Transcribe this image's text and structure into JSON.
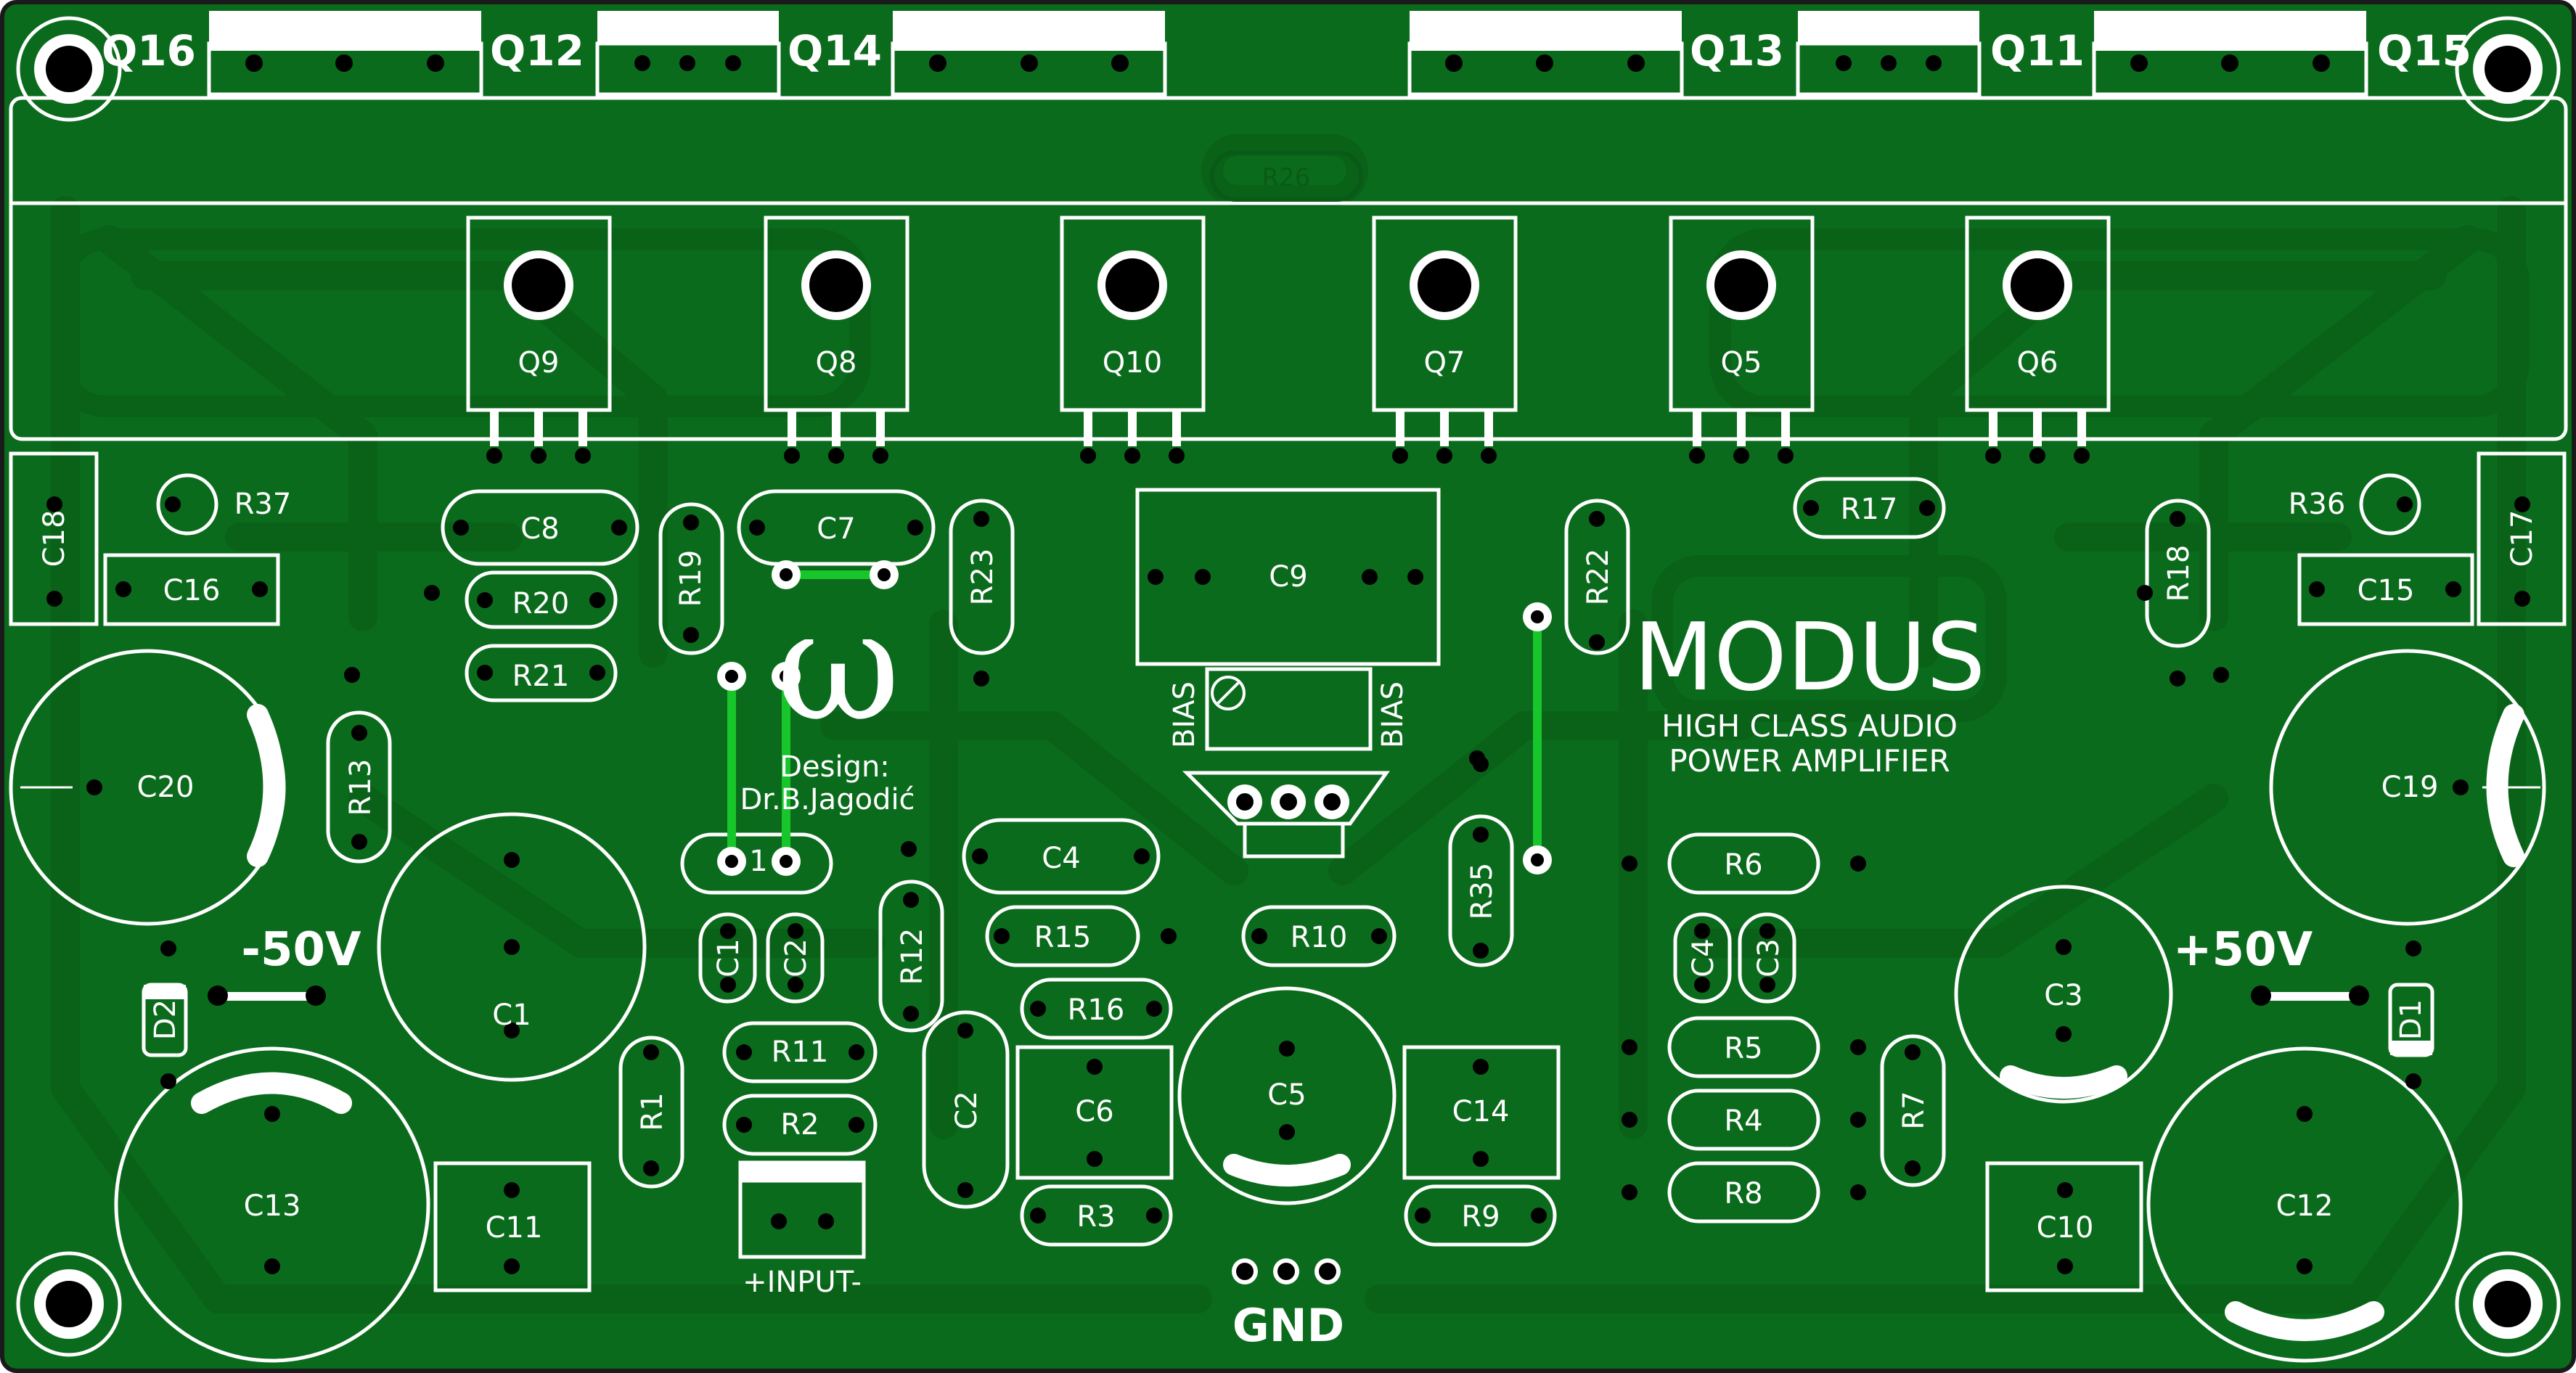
{
  "board": {
    "title": "MODUS",
    "subtitle_line1": "HIGH CLASS AUDIO",
    "subtitle_line2": "POWER AMPLIFIER",
    "design_line1": "Design:",
    "design_line2": "Dr.B.Jagodić",
    "logo_glyph": "ω",
    "input_label": "+INPUT-",
    "gnd_label": "GND",
    "neg_rail": "-50V",
    "pos_rail": "+50V",
    "bias_left": "BIAS",
    "bias_right": "BIAS",
    "ghost_label": "R26",
    "colors": {
      "board": "#0b6b1c",
      "copper": "#096218",
      "silk": "#ffffff",
      "hole": "#000000",
      "jumper": "#17c62a"
    }
  },
  "labels": {
    "q16": "Q16",
    "q12": "Q12",
    "q14": "Q14",
    "q13": "Q13",
    "q11": "Q11",
    "q15": "Q15",
    "q9": "Q9",
    "q8": "Q8",
    "q10": "Q10",
    "q7": "Q7",
    "q5": "Q5",
    "q6": "Q6",
    "c18": "C18",
    "r37": "R37",
    "c16": "C16",
    "c8": "C8",
    "r20": "R20",
    "r21": "R21",
    "r19": "R19",
    "c7": "C7",
    "r23": "R23",
    "c9": "C9",
    "r22": "R22",
    "r17": "R17",
    "r18": "R18",
    "r36": "R36",
    "c15": "C15",
    "c17": "C17",
    "c20": "C20",
    "r13": "R13",
    "c1": "C1",
    "c19": "C19",
    "r1": "R1",
    "r11": "R11",
    "r2": "R2",
    "c2": "C2",
    "r12": "R12",
    "c4": "C4",
    "r15": "R15",
    "r16": "R16",
    "c6": "C6",
    "r3": "R3",
    "r10": "R10",
    "c5": "C5",
    "r35": "R35",
    "c14": "C14",
    "r9": "R9",
    "r6": "R6",
    "c4b": "C4",
    "c3b": "C3",
    "r5": "R5",
    "r4": "R4",
    "r8": "R8",
    "r7": "R7",
    "c3": "C3",
    "c12": "C12",
    "c10": "C10",
    "d1": "D1",
    "d2": "D2",
    "c13": "C13",
    "c11": "C11",
    "c1s": "C1",
    "c2s": "C2",
    "j1": "1"
  }
}
